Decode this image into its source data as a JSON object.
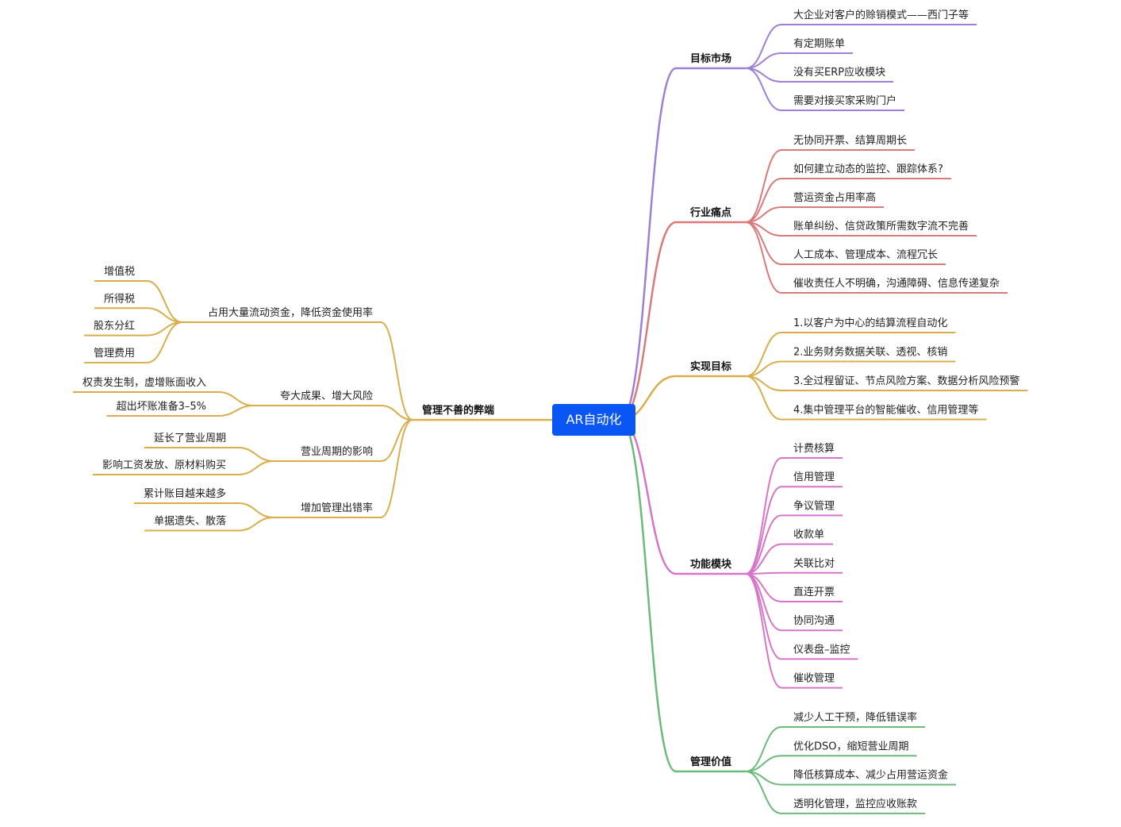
{
  "central": {
    "label": "AR自动化",
    "color": "#0a56f5"
  },
  "right_branches": [
    {
      "label": "目标市场",
      "color": "#9e7fd8",
      "children": [
        "大企业对客户的赊销模式——西门子等",
        "有定期账单",
        "没有买ERP应收模块",
        "需要对接买家采购门户"
      ]
    },
    {
      "label": "行业痛点",
      "color": "#d97a7a",
      "children": [
        "无协同开票、结算周期长",
        "如何建立动态的监控、跟踪体系?",
        "营运资金占用率高",
        "账单纠纷、信贷政策所需数字流不完善",
        "人工成本、管理成本、流程冗长",
        "催收责任人不明确，沟通障碍、信息传递复杂"
      ]
    },
    {
      "label": "实现目标",
      "color": "#d9ae4a",
      "children": [
        "1.以客户为中心的结算流程自动化",
        "2.业务财务数据关联、透视、核销",
        "3.全过程留证、节点风险方案、数据分析风险预警",
        "4.集中管理平台的智能催收、信用管理等"
      ]
    },
    {
      "label": "功能模块",
      "color": "#d675c8",
      "children": [
        "计费核算",
        "信用管理",
        "争议管理",
        "收款单",
        "关联比对",
        "直连开票",
        "协同沟通",
        "仪表盘–监控",
        "催收管理"
      ]
    },
    {
      "label": "管理价值",
      "color": "#6cba7a",
      "children": [
        "减少人工干预，降低错误率",
        "优化DSO，缩短营业周期",
        "降低核算成本、减少占用营运资金",
        "透明化管理，监控应收账款"
      ]
    }
  ],
  "left_branch": {
    "label": "管理不善的弊端",
    "color": "#d9ae4a",
    "children": [
      {
        "label": "占用大量流动资金，降低资金使用率",
        "children": [
          "增值税",
          "所得税",
          "股东分红",
          "管理费用"
        ]
      },
      {
        "label": "夸大成果、增大风险",
        "children": [
          "权责发生制，虚增账面收入",
          "超出坏账准备3–5%"
        ]
      },
      {
        "label": "营业周期的影响",
        "children": [
          "延长了营业周期",
          "影响工资发放、原材料购买"
        ]
      },
      {
        "label": "增加管理出错率",
        "children": [
          "累计账目越来越多",
          "单据遗失、散落"
        ]
      }
    ]
  }
}
